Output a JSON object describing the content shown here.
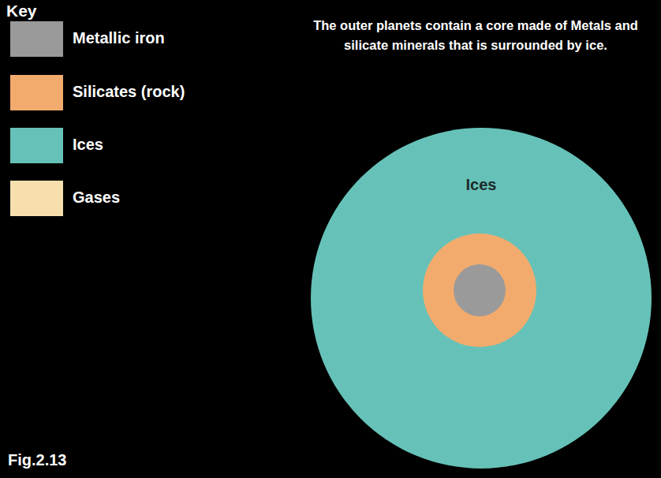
{
  "diagram": {
    "nodes": [
      {
        "text": [
          "Ices"
        ]
      }
    ],
    "labels": [
      "Key",
      "The outer planets contain a core made of Metals and silicate minerals that is surrounded by ice.",
      "Fig.2.13"
    ],
    "legend": [
      {
        "text": "Metallic iron",
        "color": "#9a9a9a"
      },
      {
        "text": "Silicates (rock)",
        "color": "#f2ab6d"
      },
      {
        "text": "Ices",
        "color": "#66c2b8"
      },
      {
        "text": "Gases",
        "color": "#f7dfad"
      }
    ]
  }
}
